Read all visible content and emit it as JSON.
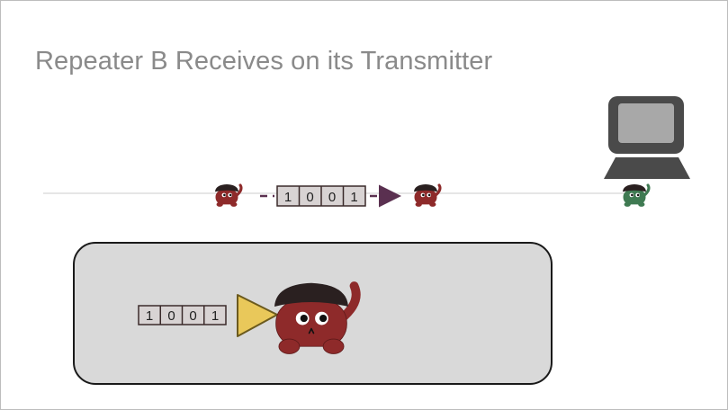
{
  "slide": {
    "title": "Repeater B Receives on its Transmitter"
  },
  "transit_packet": {
    "bits": [
      "1",
      "0",
      "0",
      "1"
    ]
  },
  "detail_packet": {
    "bits": [
      "1",
      "0",
      "0",
      "1"
    ]
  },
  "colors": {
    "creature_red": "#8e2a2a",
    "creature_green": "#3f7a52",
    "wire": "#e6e6e6",
    "arrow": "#5a3050",
    "packet_fill": "#d8d3d3",
    "transmitter_cone": "#e9c85a",
    "panel_fill": "#d9d9d9",
    "computer_gray": "#4a4a4a"
  }
}
